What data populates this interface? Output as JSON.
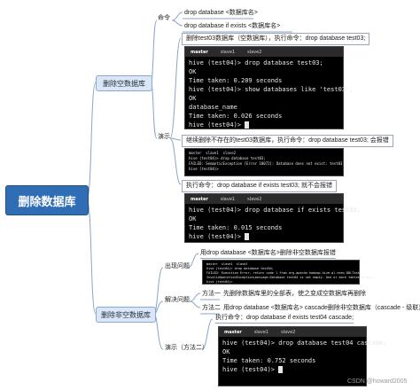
{
  "root": {
    "label": "删除数据库"
  },
  "branch_empty": {
    "label": "删除空数据库",
    "command": {
      "label": "命令",
      "items": [
        "drop database <数据库名>",
        "drop database if exists <数据库名>"
      ]
    },
    "demo": {
      "label": "演示",
      "note1": "删除test03数据库（空数据库），执行命令：drop database test03;",
      "terminal1": {
        "tabs": [
          "master",
          "slave1",
          "slave2"
        ],
        "lines": [
          "hive (test04)> drop database test03;",
          "OK",
          "Time taken: 0.209 seconds",
          "hive (test04)> show databases like 'test03';",
          "OK",
          "database_name",
          "Time taken: 0.026 seconds",
          "hive (test04)> "
        ]
      },
      "note2": "继续删除不存在的test03数据库，执行命令：drop database test03; 会报错",
      "terminal2": {
        "tabs": [
          "master",
          "slave1",
          "slave2"
        ],
        "lines": [
          "hive (test04)> drop database test03;",
          "FAILED: SemanticException [Error 10072]: Database does not exist: test03",
          "hive (test04)> "
        ]
      },
      "note3": "执行命令：drop database if exists test03; 就不会报错",
      "terminal3": {
        "tabs": [
          "master",
          "slave1",
          "slave2"
        ],
        "lines": [
          "hive (test04)> drop database if exists test03;",
          "OK",
          "Time taken: 0.015 seconds",
          "hive (test04)> "
        ]
      }
    }
  },
  "branch_nonempty": {
    "label": "删除非空数据库",
    "problem": {
      "label": "出现问题",
      "note": "用drop database <数据库名>删除非空数据库报错",
      "terminal": {
        "tabs": [
          "master",
          "slave1",
          "slave2"
        ],
        "lines": [
          "hive (test04)> drop database test04;",
          "FAILED: Execution Error, return code 1 from org.apache.hadoop.hive.ql.exec.DDLTask.",
          "InvalidOperationException(message:Database test04 is not empty. One or more tables exist.)",
          "hive (test04)> "
        ]
      }
    },
    "solution": {
      "label": "解决问题",
      "method1_label": "方法一",
      "method1_text": "先删除数据库里的全部表，使之变成空数据库再删除",
      "method2_label": "方法二",
      "method2_text": "用drop database <数据库名> cascade删除非空数据库（cascade - 级联）"
    },
    "demo": {
      "label": "演示（方法二）",
      "note": "执行命令：drop database if exists test04 cascade;",
      "terminal": {
        "tabs": [
          "master",
          "slave1",
          "slave2"
        ],
        "lines": [
          "hive (test04)> drop database test04 cascade;",
          "OK",
          "Time taken: 0.752 seconds",
          "hive (test04)> "
        ]
      }
    }
  },
  "watermark": "CSDN @howard2005"
}
